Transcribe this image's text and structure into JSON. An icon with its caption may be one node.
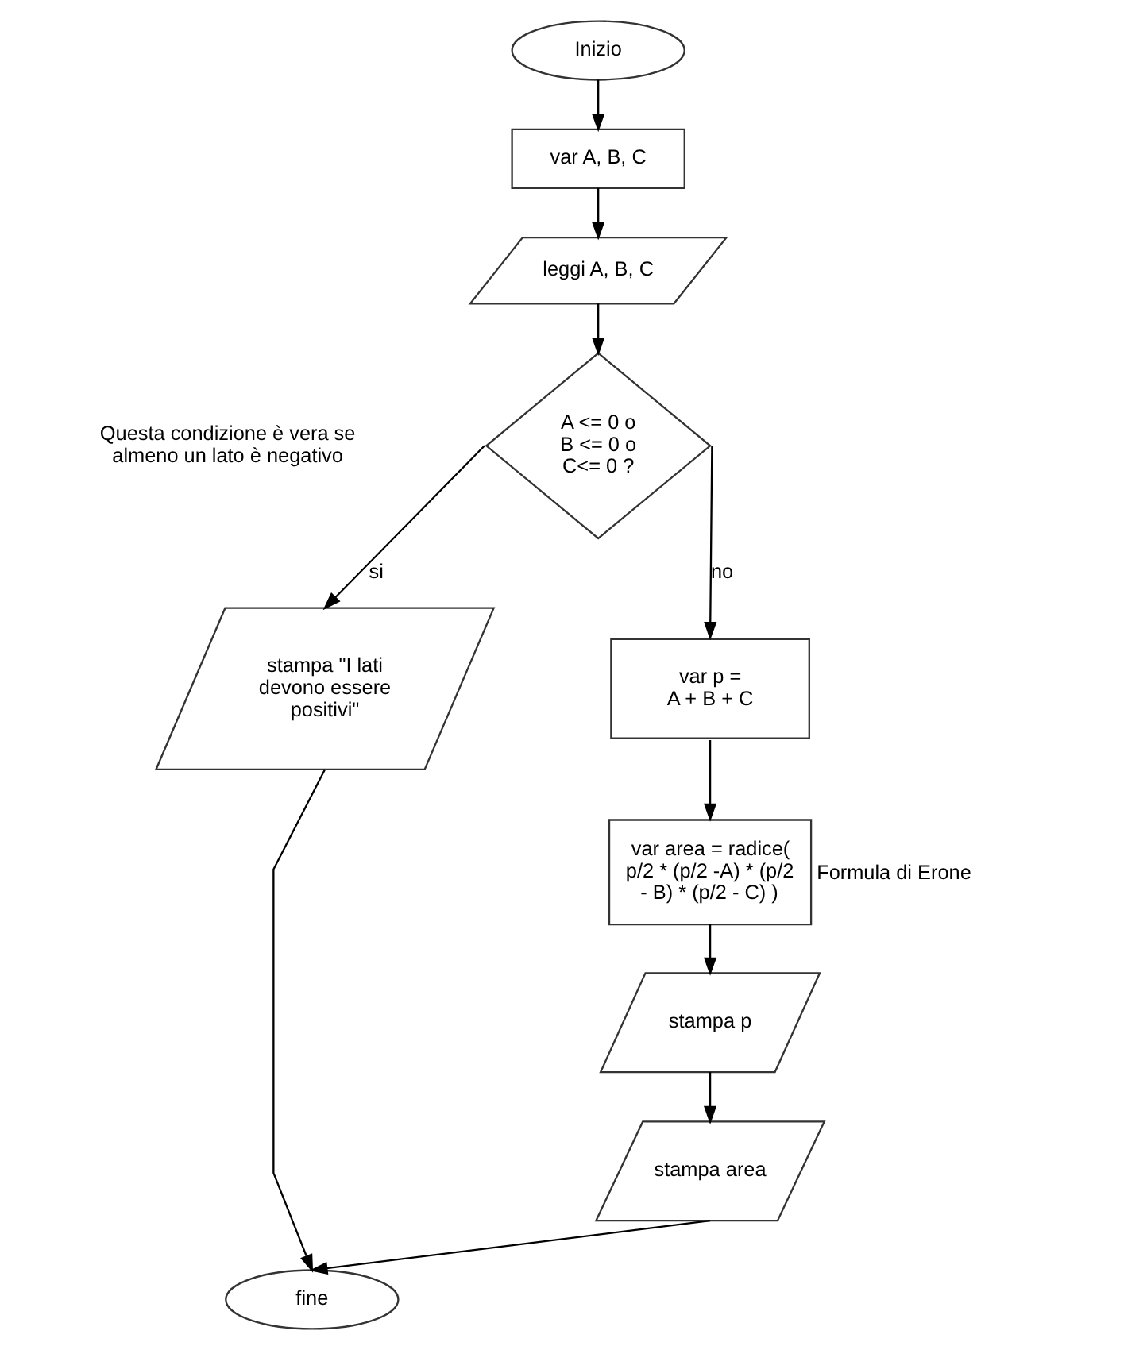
{
  "diagram": {
    "nodes": [
      {
        "text": [
          "Inizio"
        ]
      },
      {
        "text": [
          "var A, B, C"
        ]
      },
      {
        "text": [
          "leggi A, B, C"
        ]
      },
      {
        "text": [
          "A <= 0 o B <= 0 o C<= 0 ?"
        ]
      },
      {
        "text": [
          "stampa \"I lati devono essere positivi\""
        ]
      },
      {
        "text": [
          "var p = A + B + C"
        ]
      },
      {
        "text": [
          "var area = radice( p/2 * (p/2 -A) * (p/2 - B) * (p/2 - C) )"
        ],
        "beside": [
          "Formula di Erone"
        ]
      },
      {
        "text": [
          "stampa p"
        ]
      },
      {
        "text": [
          "stampa area"
        ]
      },
      {
        "text": [
          "fine"
        ]
      }
    ],
    "edges": [
      {
        "from": 0,
        "to": 1,
        "arrow": "to"
      },
      {
        "from": 1,
        "to": 2,
        "arrow": "to"
      },
      {
        "from": 2,
        "to": 3,
        "arrow": "to"
      },
      {
        "from": 3,
        "to": 4,
        "arrow": "to",
        "label": "si"
      },
      {
        "from": 3,
        "to": 5,
        "arrow": "to",
        "label": "no"
      },
      {
        "from": 5,
        "to": 6,
        "arrow": "to"
      },
      {
        "from": 6,
        "to": 7,
        "arrow": "to"
      },
      {
        "from": 7,
        "to": 8,
        "arrow": "to"
      },
      {
        "from": 4,
        "to": 9,
        "arrow": "to"
      },
      {
        "from": 8,
        "to": 9,
        "arrow": "to"
      }
    ],
    "labels": [
      "Questa condizione è vera se almeno un lato è negativo"
    ]
  }
}
